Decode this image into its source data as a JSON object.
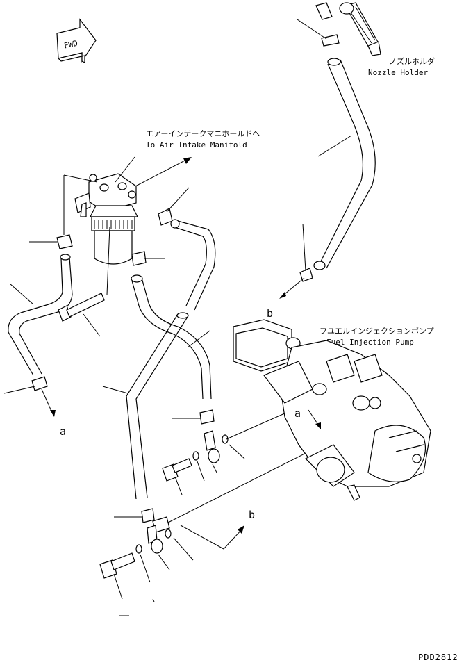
{
  "labels": {
    "nozzle_holder_jp": "ノズルホルダ",
    "nozzle_holder_en": "Nozzle Holder",
    "to_manifold_jp": "エアーインテークマニホールドへ",
    "to_manifold_en": "To Air Intake Manifold",
    "fuel_pump_jp": "フユエルインジェクションポンプ",
    "fuel_pump_en": "Fuel Injection Pump",
    "fwd": "FWD",
    "ref_a": "a",
    "ref_b": "b",
    "drawing_code": "PDD2812"
  },
  "icons": {
    "fwd_arrow": "fwd-arrow-icon"
  }
}
